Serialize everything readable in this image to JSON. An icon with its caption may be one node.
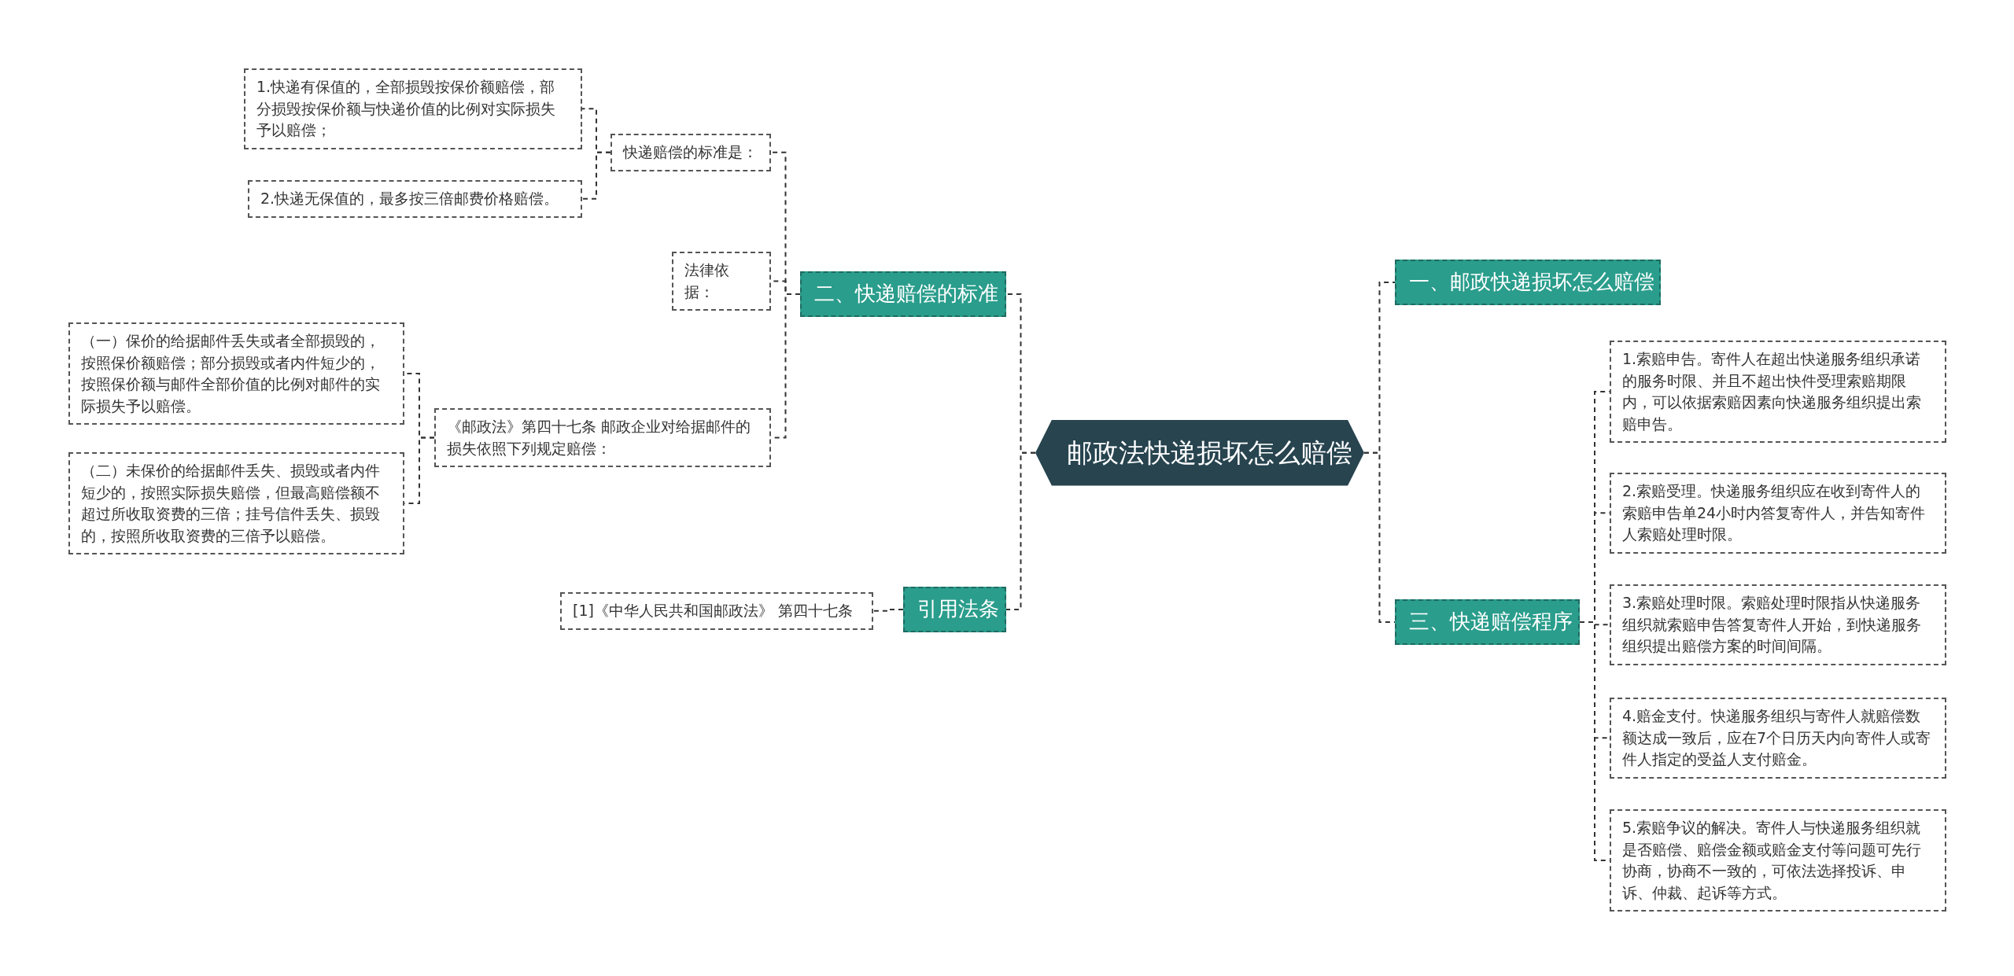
{
  "diagram": {
    "nodes": [
      {
        "text": [
          "邮政法快递损坏怎么赔偿"
        ]
      },
      {
        "text": [
          "二、快递赔偿的标准"
        ]
      },
      {
        "text": [
          "快递赔偿的标准是："
        ]
      },
      {
        "text": [
          "1.快递有保值的，全部损毁按保价额赔偿，部分损毁按保价额与快递价值的比例对实际损失予以赔偿；"
        ]
      },
      {
        "text": [
          "2.快递无保值的，最多按三倍邮费价格赔偿。"
        ]
      },
      {
        "text": [
          "法律依据："
        ]
      },
      {
        "text": [
          "《邮政法》第四十七条 邮政企业对给据邮件的损失依照下列规定赔偿："
        ]
      },
      {
        "text": [
          "（一）保价的给据邮件丢失或者全部损毁的，按照保价额赔偿；部分损毁或者内件短少的，按照保价额与邮件全部价值的比例对邮件的实际损失予以赔偿。"
        ]
      },
      {
        "text": [
          "（二）未保价的给据邮件丢失、损毁或者内件短少的，按照实际损失赔偿，但最高赔偿额不超过所收取资费的三倍；挂号信件丢失、损毁的，按照所收取资费的三倍予以赔偿。"
        ]
      },
      {
        "text": [
          "引用法条"
        ]
      },
      {
        "text": [
          "[1]《中华人民共和国邮政法》 第四十七条"
        ]
      },
      {
        "text": [
          "一、邮政快递损坏怎么赔偿"
        ]
      },
      {
        "text": [
          "三、快递赔偿程序"
        ]
      },
      {
        "text": [
          "1.索赔申告。寄件人在超出快递服务组织承诺的服务时限、并且不超出快件受理索赔期限内，可以依据索赔因素向快递服务组织提出索赔申告。"
        ]
      },
      {
        "text": [
          "2.索赔受理。快递服务组织应在收到寄件人的索赔申告单24小时内答复寄件人，并告知寄件人索赔处理时限。"
        ]
      },
      {
        "text": [
          "3.索赔处理时限。索赔处理时限指从快递服务组织就索赔申告答复寄件人开始，到快递服务组织提出赔偿方案的时间间隔。"
        ]
      },
      {
        "text": [
          "4.赔金支付。快递服务组织与寄件人就赔偿数额达成一致后，应在7个日历天内向寄件人或寄件人指定的受益人支付赔金。"
        ]
      },
      {
        "text": [
          "5.索赔争议的解决。寄件人与快递服务组织就是否赔偿、赔偿金额或赔金支付等问题可先行协商，协商不一致的，可依法选择投诉、申诉、仲裁、起诉等方式。"
        ]
      }
    ],
    "edges": [
      {
        "from": 0,
        "to": 1,
        "arrow": "none"
      },
      {
        "from": 1,
        "to": 2,
        "arrow": "none"
      },
      {
        "from": 2,
        "to": 3,
        "arrow": "none"
      },
      {
        "from": 2,
        "to": 4,
        "arrow": "none"
      },
      {
        "from": 1,
        "to": 5,
        "arrow": "none"
      },
      {
        "from": 1,
        "to": 6,
        "arrow": "none"
      },
      {
        "from": 6,
        "to": 7,
        "arrow": "none"
      },
      {
        "from": 6,
        "to": 8,
        "arrow": "none"
      },
      {
        "from": 0,
        "to": 9,
        "arrow": "none"
      },
      {
        "from": 9,
        "to": 10,
        "arrow": "none"
      },
      {
        "from": 0,
        "to": 11,
        "arrow": "none"
      },
      {
        "from": 0,
        "to": 12,
        "arrow": "none"
      },
      {
        "from": 12,
        "to": 13,
        "arrow": "none"
      },
      {
        "from": 12,
        "to": 14,
        "arrow": "none"
      },
      {
        "from": 12,
        "to": 15,
        "arrow": "none"
      },
      {
        "from": 12,
        "to": 16,
        "arrow": "none"
      },
      {
        "from": 12,
        "to": 17,
        "arrow": "none"
      }
    ]
  }
}
